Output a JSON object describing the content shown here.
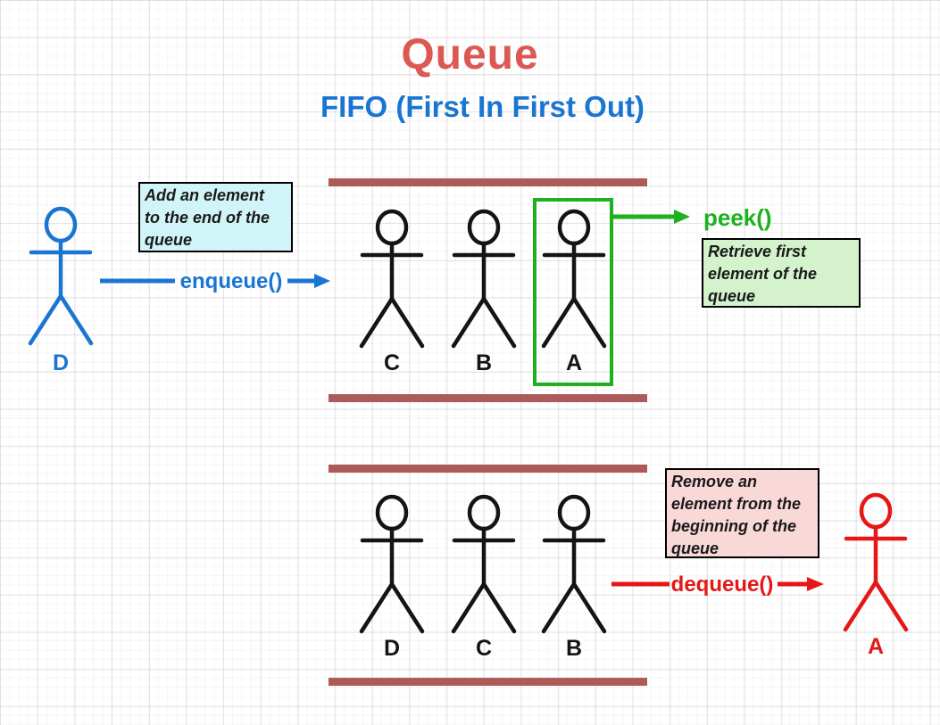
{
  "title": "Queue",
  "subtitle": "FIFO (First In First Out)",
  "colors": {
    "title_red": "#dc5852",
    "blue": "#1a75d2",
    "green": "#1eb11e",
    "red": "#e51717",
    "boundary_bar": "#ad5a5a",
    "note_cyan_bg": "#d0f4f7",
    "note_green_bg": "#d4f2cc",
    "note_pink_bg": "#f9d8d8",
    "figure_black": "#141414"
  },
  "enqueue": {
    "fn": "enqueue()",
    "note": "Add an element\nto the end of the\nqueue",
    "person_label": "D"
  },
  "peek": {
    "fn": "peek()",
    "note": "Retrieve first\nelement of the\nqueue"
  },
  "dequeue": {
    "fn": "dequeue()",
    "note": "Remove an\nelement from the\nbeginning of the\nqueue",
    "person_label": "A"
  },
  "top_queue": {
    "members": [
      "C",
      "B",
      "A"
    ]
  },
  "bottom_queue": {
    "members": [
      "D",
      "C",
      "B"
    ]
  }
}
